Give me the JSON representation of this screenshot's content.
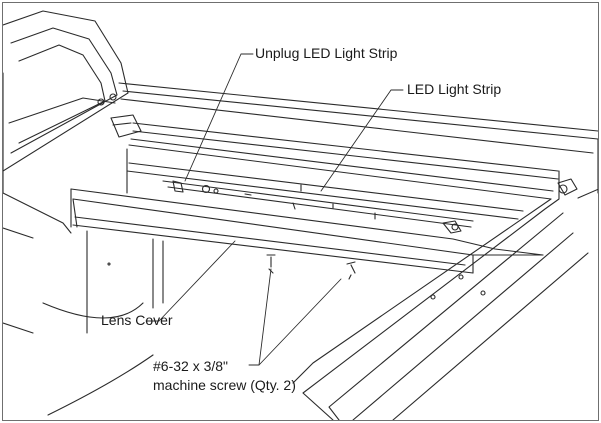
{
  "callouts": {
    "unplug_led": "Unplug LED Light Strip",
    "led_strip": "LED Light Strip",
    "lens_cover": "Lens Cover",
    "screw_line1": "#6-32 x 3/8\"",
    "screw_line2": "machine screw (Qty. 2)"
  },
  "colors": {
    "line": "#2b2b2b",
    "background": "#ffffff",
    "frame": "#6f6f6f"
  }
}
